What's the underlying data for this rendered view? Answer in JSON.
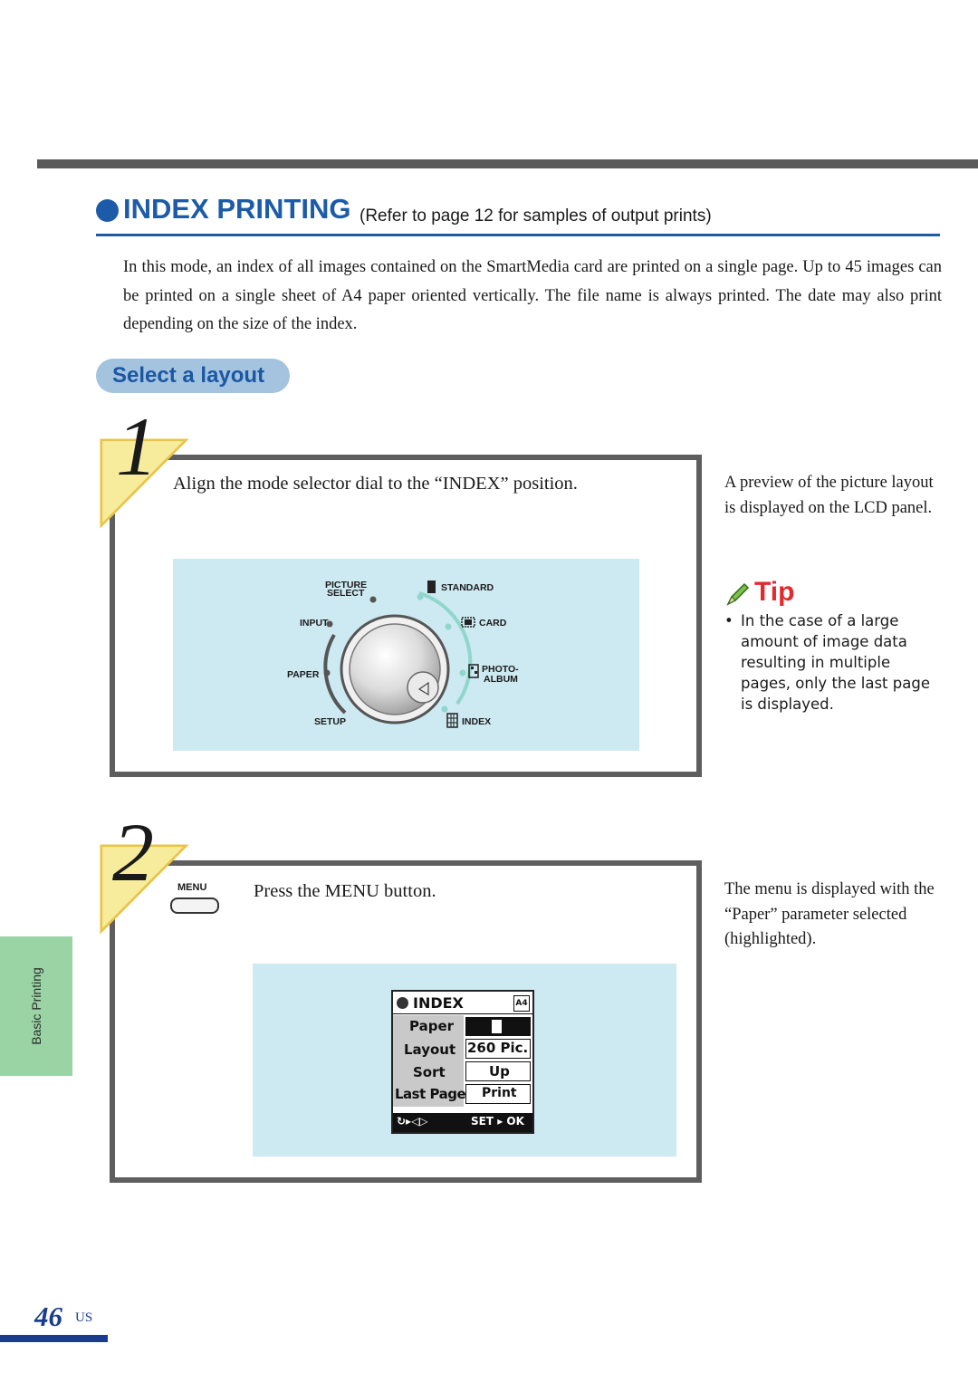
{
  "section": {
    "title": "INDEX PRINTING",
    "subtitle": "(Refer to page 12 for samples of output prints)"
  },
  "intro": "In this mode, an index of all images contained on the SmartMedia card are printed on a single page.  Up to 45 images can be printed on a single sheet of A4 paper oriented vertically.  The file name is always printed.  The date may also print depending on the size of the index.",
  "subheading": "Select a layout",
  "step1": {
    "number": "1",
    "instruction": "Align the mode selector dial to the “INDEX” position.",
    "note": "A preview of the picture layout is displayed on the LCD panel.",
    "dial": {
      "picture_select_1": "PICTURE",
      "picture_select_2": "SELECT",
      "input": "INPUT",
      "paper": "PAPER",
      "setup": "SETUP",
      "standard": "STANDARD",
      "card": "CARD",
      "photo_album_1": "PHOTO-",
      "photo_album_2": "ALBUM",
      "index": "INDEX"
    },
    "tip": {
      "label": "Tip",
      "bullet": "•",
      "text": "In the case of a large amount of image data resulting in multiple pages, only the last page is displayed."
    }
  },
  "step2": {
    "number": "2",
    "button_label": "MENU",
    "instruction": "Press the MENU button.",
    "note": "The menu is displayed with the “Paper” parameter selected (highlighted).",
    "lcd": {
      "title": "INDEX",
      "paper_badge": "A4",
      "rows": [
        {
          "label": "Paper",
          "value": ""
        },
        {
          "label": "Layout",
          "value": "260 Pic."
        },
        {
          "label": "Sort",
          "value": "Up"
        },
        {
          "label": "Last Page",
          "value": "Print"
        }
      ],
      "footer_left": "↻▸◁▷",
      "footer_right": "SET ▸ OK"
    }
  },
  "side_tab": "Basic Printing",
  "page": {
    "number": "46",
    "suffix": "US"
  },
  "colors": {
    "accent_blue": "#1d5ba8",
    "panel_cyan": "#cde9f1",
    "tip_red": "#e5282c",
    "side_tab_green": "#9bd4a4"
  }
}
